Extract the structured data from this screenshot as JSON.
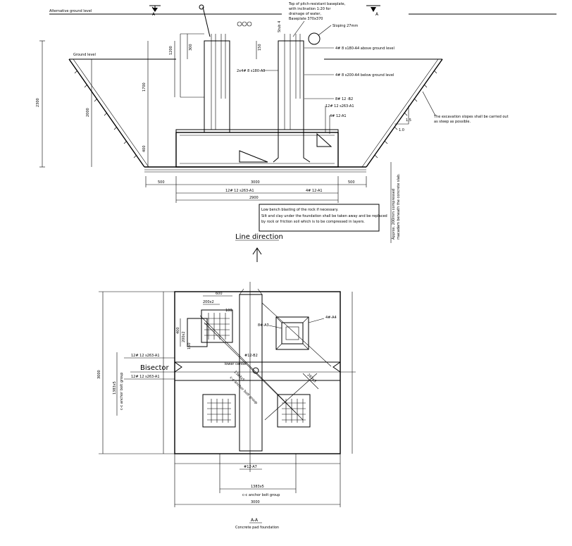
{
  "section": {
    "alt_ground": "Alternative ground level",
    "ground": "Ground level",
    "section_mark": "A",
    "stub_label": "Stub 4",
    "top_note": [
      "Top of pitch-resistant baseplate,",
      "with inclination 1:20 for",
      "drainage of water,",
      "Baseplate 370x370"
    ],
    "sloping": "Sloping 27mm",
    "rebar_above": "4# 8 s180-A4  above ground level",
    "rebar_below": "4# 8 s200-A4  below ground level",
    "rebar_2a3": "2x4# 8 s180-A3",
    "rebar_b2": "8# 12 -B2",
    "rebar_a1_right": "12# 12 s263-A1",
    "rebar_a1_side": "4# 12-A1",
    "excavation_note": [
      "The excavation slopes shall be carried out",
      "as steep as possible."
    ],
    "slope_h": "1.5",
    "slope_v": "1.0",
    "dims": {
      "overall_height": "2300",
      "shaft_to_ground": "2000",
      "shaft_height": "1700",
      "top_1200": "1200",
      "top_300": "300",
      "top_150": "150",
      "pad_height": "400",
      "left_500": "500",
      "base_3000": "3000",
      "right_500": "500",
      "pad_2900": "2900"
    },
    "bottom_a1": "12# 12 s263-A1",
    "bottom_4a1": "4# 12-A1",
    "soil_note": [
      "Low bench blasting of the rock if necessary.",
      "Silt and clay under the foundation shall be taken away and be replaced",
      "by rock or friction soil which is to be compressed in layers."
    ],
    "vertical_note": [
      "Approx. 200mm compressed",
      "macadam beneath the concrete slab."
    ]
  },
  "line_direction": "Line direction",
  "plan": {
    "dim_600": "600",
    "dim_200a": "200x2",
    "dim_100": "100",
    "dim_400": "400",
    "dim_150": "150",
    "dim_200b": "200x2",
    "label_3a3": "8#-A3",
    "label_a4": "4#-A4",
    "label_b2": "#12-B2",
    "tower_center": "Tower center",
    "bisector": "Bisector",
    "a1_top": "12# 12 s263-A1",
    "a1_bottom": "12# 12 s263-A1",
    "vert_dim": "1383x5",
    "vert_label": "c-c anchor bolt group",
    "diag_dim": "1383x5",
    "diag_label": "c-c anchor bolt group",
    "diag_dim2": "283x3",
    "side_3000": "3000",
    "bottom_a7": "#12-A7",
    "bottom_1383": "1383x5",
    "bottom_label": "c-c anchor bolt group",
    "bottom_3000": "3000"
  },
  "caption": {
    "title": "A-A",
    "subtitle": "Concrete pad foundation"
  }
}
